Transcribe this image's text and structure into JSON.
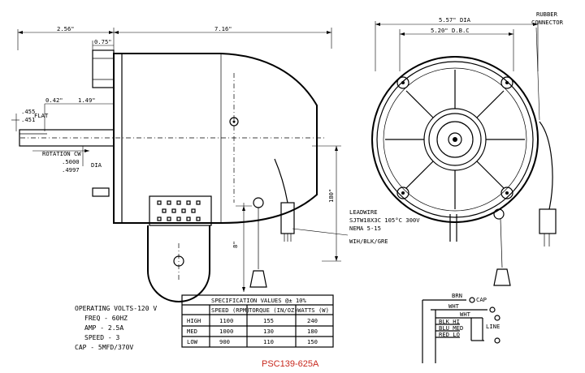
{
  "dimensions": {
    "overall_width": "2.56\"",
    "body_length": "7.16\"",
    "shaft_offset": "0.75\"",
    "flat_length": "0.42\"",
    "shaft_length": "1.49\"",
    "flat_depth_1": ".455",
    "flat_depth_2": ".451",
    "flat_label": "FLAT",
    "rotation_label": "ROTATION CW",
    "shaft_dia_1": ".5000",
    "shaft_dia_2": ".4997",
    "shaft_dia_label": "DIA",
    "cord_length": "180\"",
    "bracket_height": "8\"",
    "motor_dia": "5.57\" DIA",
    "bolt_circle": "5.20\" D.B.C"
  },
  "labels": {
    "rubber_connector": "RUBBER\nCONNECTOR",
    "leadwire": [
      "LEADWIRE",
      "SJTW18X3C 105°C 300V",
      "NEMA 5-15",
      "WIH/BLK/GRE"
    ]
  },
  "operating": [
    "OPERATING VOLTS-120 V",
    "FREQ - 60HZ",
    "AMP - 2.5A",
    "SPEED - 3",
    "CAP - 5MFD/370V"
  ],
  "spec_table": {
    "title": "SPECIFICATION VALUES  @± 10%",
    "headers": [
      "SPEED (RPM)",
      "TORQUE (IN/OZ)",
      "WATTS  (W)"
    ],
    "rows": [
      {
        "label": "HIGH",
        "speed": "1100",
        "torque": "155",
        "watts": "240"
      },
      {
        "label": "MED",
        "speed": "1000",
        "torque": "130",
        "watts": "180"
      },
      {
        "label": "LOW",
        "speed": "900",
        "torque": "110",
        "watts": "150"
      }
    ]
  },
  "wiring": {
    "brn": "BRN",
    "cap": "CAP",
    "wht1": "WHT",
    "wht2": "WHT",
    "blk": "BLK HI",
    "blu": "BLU MED",
    "red": "RED LO",
    "line": "LINE"
  },
  "model": "PSC139-625A"
}
